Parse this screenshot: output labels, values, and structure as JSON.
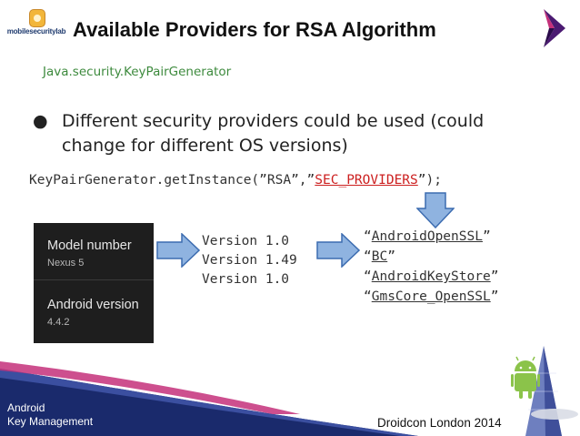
{
  "header": {
    "logo_text": "mobilesecuritylab",
    "title": "Available Providers for RSA Algorithm"
  },
  "subtitle": "Java.security.KeyPairGenerator",
  "bullet": {
    "symbol": "●",
    "text": "Different security providers could be used (could change for different OS versions)"
  },
  "code": {
    "prefix": "KeyPairGenerator.getInstance(”RSA”,”",
    "highlight": "SEC_PROVIDERS",
    "suffix": "”);"
  },
  "device_info": {
    "model_label": "Model number",
    "model_value": "Nexus 5",
    "android_label": "Android version",
    "android_value": "4.4.2"
  },
  "versions": [
    "Version 1.0",
    "Version 1.49",
    "Version 1.0"
  ],
  "providers": [
    "AndroidOpenSSL",
    "BC",
    "AndroidKeyStore",
    "GmsCore_OpenSSL"
  ],
  "quote_open": "“",
  "quote_close": "”",
  "footer": {
    "left_line1": "Android",
    "left_line2": "Key Management",
    "right": "Droidcon London 2014"
  },
  "colors": {
    "arrow_fill": "#8fb3e0",
    "arrow_stroke": "#3c6cb0",
    "code_highlight": "#cc1f1f",
    "subtitle": "#3d8a3d",
    "wave_dark": "#1a2a6c",
    "wave_accent": "#c4307a"
  },
  "icons": [
    "app-logo-icon",
    "chevron-arrow-icon",
    "down-arrow-icon",
    "right-arrow-icon",
    "android-robot-icon"
  ]
}
